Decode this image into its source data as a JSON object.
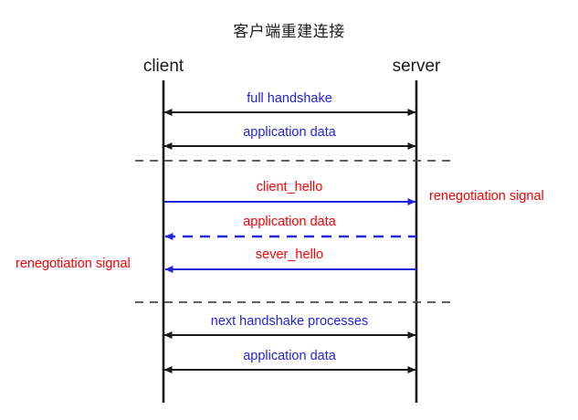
{
  "title": "客户端重建连接",
  "colors": {
    "blue": "#2323e0",
    "red": "#fb0000",
    "black": "#1a1a1a"
  },
  "lifelines": {
    "client": "client",
    "server": "server"
  },
  "messages": [
    {
      "label": "full handshake",
      "label_color": "blue",
      "arrow_color": "black",
      "style": "solid",
      "direction": "both"
    },
    {
      "label": "application data",
      "label_color": "blue",
      "arrow_color": "black",
      "style": "solid",
      "direction": "both"
    },
    {
      "label": "client_hello",
      "label_color": "red",
      "arrow_color": "blue",
      "style": "solid",
      "direction": "right"
    },
    {
      "label": "application data",
      "label_color": "red",
      "arrow_color": "blue",
      "style": "dashed",
      "direction": "left"
    },
    {
      "label": "sever_hello",
      "label_color": "red",
      "arrow_color": "blue",
      "style": "solid",
      "direction": "left"
    },
    {
      "label": "next handshake processes",
      "label_color": "blue",
      "arrow_color": "black",
      "style": "solid",
      "direction": "both"
    },
    {
      "label": "application data",
      "label_color": "blue",
      "arrow_color": "black",
      "style": "solid",
      "direction": "both"
    }
  ],
  "notes": {
    "right": "renegotiation signal",
    "left": "renegotiation signal"
  }
}
